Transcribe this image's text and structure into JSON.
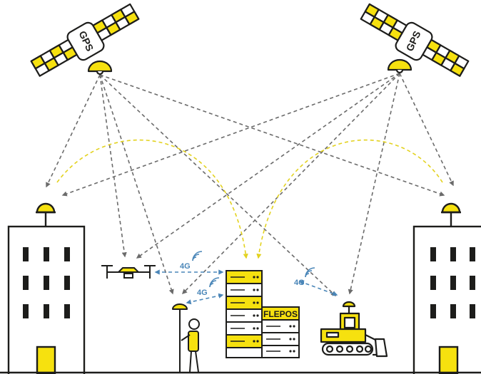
{
  "satellite_label": "GPS",
  "server_label": "FLEPOS",
  "link_label": "4G",
  "colors": {
    "yellow": "#f6e10f",
    "outline": "#1d1d1b",
    "gps_signal": "#6b6b6b",
    "correction_signal": "#e3d21f",
    "network_link": "#4a86b8"
  }
}
